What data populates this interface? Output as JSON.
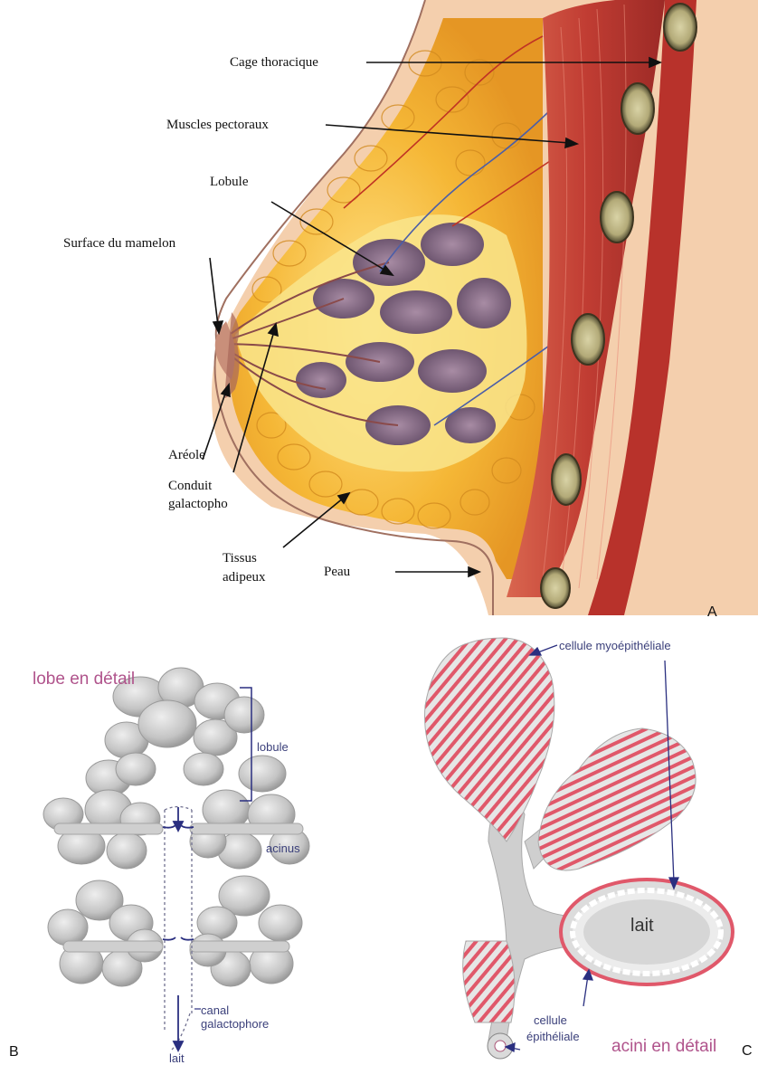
{
  "panel_a": {
    "labels": {
      "cage": "Cage thoracique",
      "muscles": "Muscles pectoraux",
      "lobule": "Lobule",
      "surface": "Surface du mamelon",
      "areole": "Aréole",
      "conduit_1": "Conduit",
      "conduit_2": "galactopho",
      "tissus_1": "Tissus",
      "tissus_2": "adipeux",
      "peau": "Peau"
    },
    "letter": "A"
  },
  "panel_b": {
    "title": "lobe en détail",
    "labels": {
      "lobule": "lobule",
      "acinus": "acinus",
      "canal_1": "canal",
      "canal_2": "galactophore",
      "lait": "lait"
    },
    "letter": "B"
  },
  "panel_c": {
    "title": "acini en détail",
    "labels": {
      "myo": "cellule myoépithéliale",
      "lait": "lait",
      "cell_1": "cellule",
      "cell_2": "épithéliale"
    },
    "letter": "C"
  },
  "colors": {
    "skin": "#f2c9a4",
    "fat": "#f2b233",
    "muscle": "#c8473a",
    "lobule": "#8a6a82",
    "accent_pink": "#b0548c",
    "myo_red": "#e0586a",
    "grey_tissue": "#c9c9c9"
  }
}
